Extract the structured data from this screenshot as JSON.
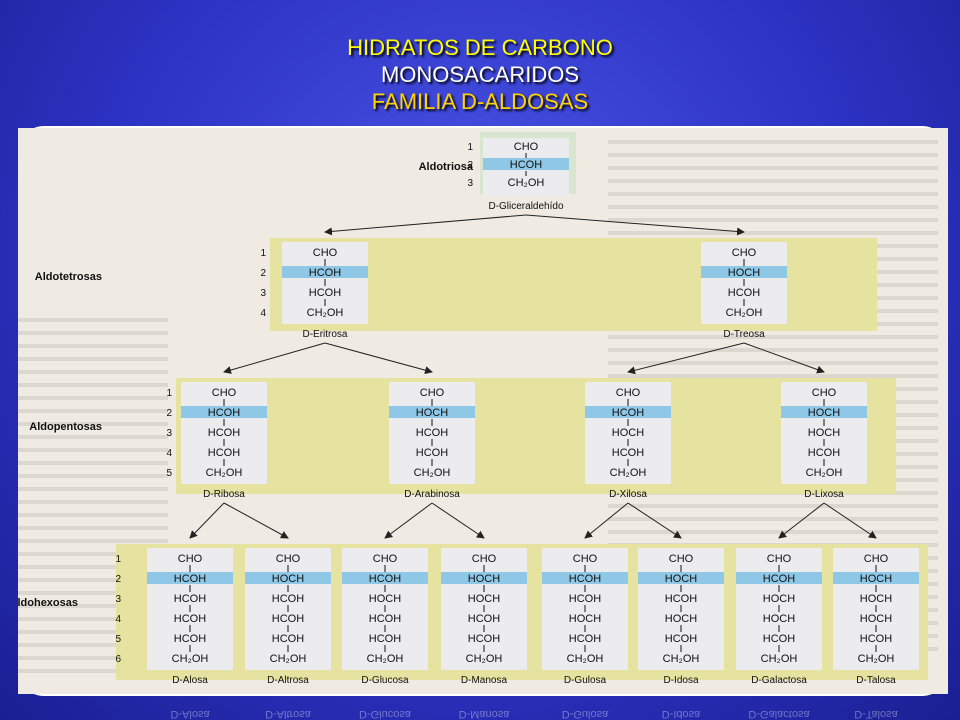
{
  "header": {
    "title": "HIDRATOS DE CARBONO",
    "subtitle": "MONOSACARIDOS",
    "family": "FAMILIA D-ALDOSAS"
  },
  "levels": [
    {
      "label": "Aldotriosa",
      "numbers": [
        "1",
        "2",
        "3"
      ]
    },
    {
      "label": "Aldotetrosas",
      "numbers": [
        "1",
        "2",
        "3",
        "4"
      ]
    },
    {
      "label": "Aldopentosas",
      "numbers": [
        "1",
        "2",
        "3",
        "4",
        "5"
      ]
    },
    {
      "label": "Aldohexosas",
      "numbers": [
        "1",
        "2",
        "3",
        "4",
        "5",
        "6"
      ]
    }
  ],
  "sugars": {
    "gliceraldehido": {
      "name": "D-Gliceraldehído",
      "lines": [
        "CHO",
        "HCOH",
        "CH₂OH"
      ]
    },
    "eritrosa": {
      "name": "D-Eritrosa",
      "lines": [
        "CHO",
        "HCOH",
        "HCOH",
        "CH₂OH"
      ]
    },
    "treosa": {
      "name": "D-Treosa",
      "lines": [
        "CHO",
        "HOCH",
        "HCOH",
        "CH₂OH"
      ]
    },
    "ribosa": {
      "name": "D-Ribosa",
      "lines": [
        "CHO",
        "HCOH",
        "HCOH",
        "HCOH",
        "CH₂OH"
      ]
    },
    "arabinosa": {
      "name": "D-Arabinosa",
      "lines": [
        "CHO",
        "HOCH",
        "HCOH",
        "HCOH",
        "CH₂OH"
      ]
    },
    "xilosa": {
      "name": "D-Xilosa",
      "lines": [
        "CHO",
        "HCOH",
        "HOCH",
        "HCOH",
        "CH₂OH"
      ]
    },
    "lixosa": {
      "name": "D-Lixosa",
      "lines": [
        "CHO",
        "HOCH",
        "HOCH",
        "HCOH",
        "CH₂OH"
      ]
    },
    "alosa": {
      "name": "D-Alosa",
      "lines": [
        "CHO",
        "HCOH",
        "HCOH",
        "HCOH",
        "HCOH",
        "CH₂OH"
      ]
    },
    "altrosa": {
      "name": "D-Altrosa",
      "lines": [
        "CHO",
        "HOCH",
        "HCOH",
        "HCOH",
        "HCOH",
        "CH₂OH"
      ]
    },
    "glucosa": {
      "name": "D-Glucosa",
      "lines": [
        "CHO",
        "HCOH",
        "HOCH",
        "HCOH",
        "HCOH",
        "CH₂OH"
      ]
    },
    "manosa": {
      "name": "D-Manosa",
      "lines": [
        "CHO",
        "HOCH",
        "HOCH",
        "HCOH",
        "HCOH",
        "CH₂OH"
      ]
    },
    "gulosa": {
      "name": "D-Gulosa",
      "lines": [
        "CHO",
        "HCOH",
        "HCOH",
        "HOCH",
        "HCOH",
        "CH₂OH"
      ]
    },
    "idosa": {
      "name": "D-Idosa",
      "lines": [
        "CHO",
        "HOCH",
        "HCOH",
        "HOCH",
        "HCOH",
        "CH₂OH"
      ]
    },
    "galactosa": {
      "name": "D-Galactosa",
      "lines": [
        "CHO",
        "HCOH",
        "HOCH",
        "HOCH",
        "HCOH",
        "CH₂OH"
      ]
    },
    "talosa": {
      "name": "D-Talosa",
      "lines": [
        "CHO",
        "HOCH",
        "HOCH",
        "HOCH",
        "HCOH",
        "CH₂OH"
      ]
    }
  },
  "colors": {
    "title_yellow": "#ffff00",
    "family_orange": "#ffd200",
    "row_band": "#e6e3a0",
    "highlight": "#8ec8e6",
    "structure_bg": "#ececee"
  }
}
